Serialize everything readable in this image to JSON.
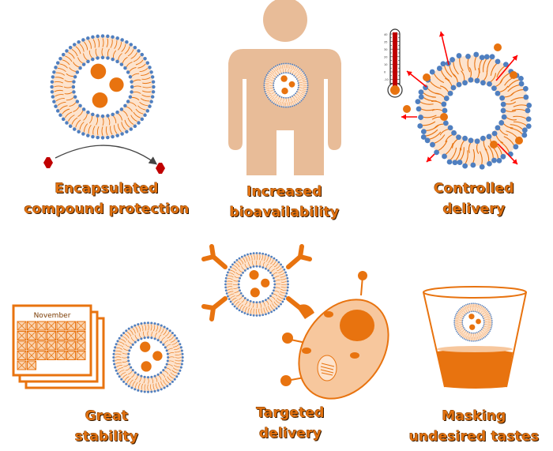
{
  "title": "Benefits of liposome encapsulation",
  "colors": {
    "accent_orange": "#e8730f",
    "light_orange": "#f7c79d",
    "pale_orange": "#fde3cd",
    "body_tan": "#e8bc98",
    "head_blue": "#4f7fc0",
    "red": "#c00000",
    "arrow_red": "#ff0000",
    "label_orange": "#e0700f"
  },
  "panels": [
    {
      "id": "protection",
      "label_line1": "Encapsulated",
      "label_line2": "compound protection",
      "icon": "liposome-with-hexagon-arrow-icon"
    },
    {
      "id": "bioavailability",
      "label_line1": "Increased",
      "label_line2": "bioavailability",
      "icon": "human-body-with-liposome-icon"
    },
    {
      "id": "controlled",
      "label_line1": "Controlled",
      "label_line2": "delivery",
      "icon": "thermometer-releasing-liposome-icon"
    },
    {
      "id": "stability",
      "label_line1": "Great",
      "label_line2": "stability",
      "icon": "calendar-and-liposome-icon"
    },
    {
      "id": "targeted",
      "label_line1": "Targeted",
      "label_line2": "delivery",
      "icon": "liposome-binding-cell-icon"
    },
    {
      "id": "masking",
      "label_line1": "Masking",
      "label_line2": "undesired tastes",
      "icon": "glass-with-liposome-icon"
    }
  ],
  "calendar": {
    "month": "November",
    "days_crossed": 30
  },
  "thermometer": {
    "scale_labels": [
      "40",
      "35",
      "30",
      "20",
      "10",
      "0",
      "-10"
    ]
  }
}
